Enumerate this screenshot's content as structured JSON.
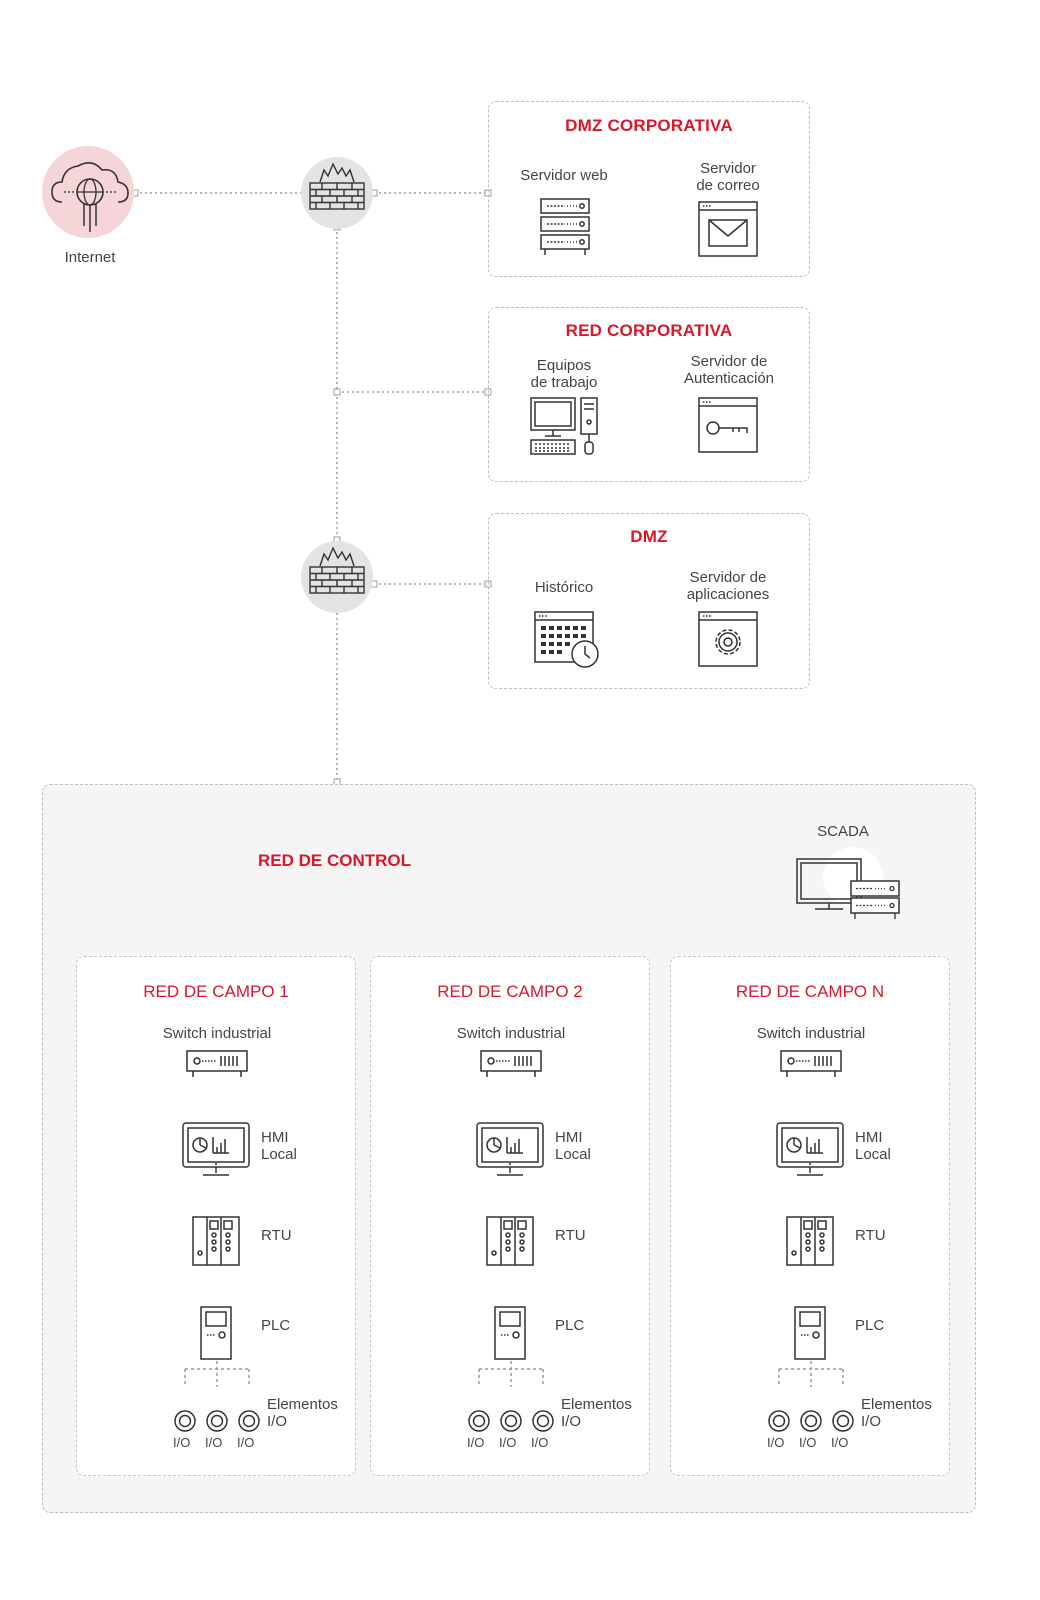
{
  "internet": {
    "label": "Internet"
  },
  "dmz_corporativa": {
    "title": "DMZ CORPORATIVA",
    "servidor_web": "Servidor web",
    "servidor_correo": [
      "Servidor",
      "de correo"
    ]
  },
  "red_corporativa": {
    "title": "RED CORPORATIVA",
    "equipos": [
      "Equipos",
      "de trabajo"
    ],
    "autenticacion": [
      "Servidor de",
      "Autenticación"
    ]
  },
  "dmz": {
    "title": "DMZ",
    "historico": "Histórico",
    "aplicaciones": [
      "Servidor de",
      "aplicaciones"
    ]
  },
  "red_control": {
    "title": "RED DE CONTROL",
    "scada": "SCADA"
  },
  "field_networks": [
    {
      "title": "RED DE CAMPO 1",
      "switch": "Switch industrial",
      "hmi": [
        "HMI",
        "Local"
      ],
      "rtu": "RTU",
      "plc": "PLC",
      "io_label": [
        "Elementos",
        "I/O"
      ],
      "io": [
        "I/O",
        "I/O",
        "I/O"
      ]
    },
    {
      "title": "RED DE CAMPO 2",
      "switch": "Switch industrial",
      "hmi": [
        "HMI",
        "Local"
      ],
      "rtu": "RTU",
      "plc": "PLC",
      "io_label": [
        "Elementos",
        "I/O"
      ],
      "io": [
        "I/O",
        "I/O",
        "I/O"
      ]
    },
    {
      "title": "RED DE CAMPO N",
      "switch": "Switch industrial",
      "hmi": [
        "HMI",
        "Local"
      ],
      "rtu": "RTU",
      "plc": "PLC",
      "io_label": [
        "Elementos",
        "I/O"
      ],
      "io": [
        "I/O",
        "I/O",
        "I/O"
      ]
    }
  ],
  "colors": {
    "accent": "#d9182b",
    "line": "#9e9e9e",
    "icon": "#333333",
    "internet_bg": "#f6d5d8",
    "firewall_bg": "#e3e3e3"
  }
}
